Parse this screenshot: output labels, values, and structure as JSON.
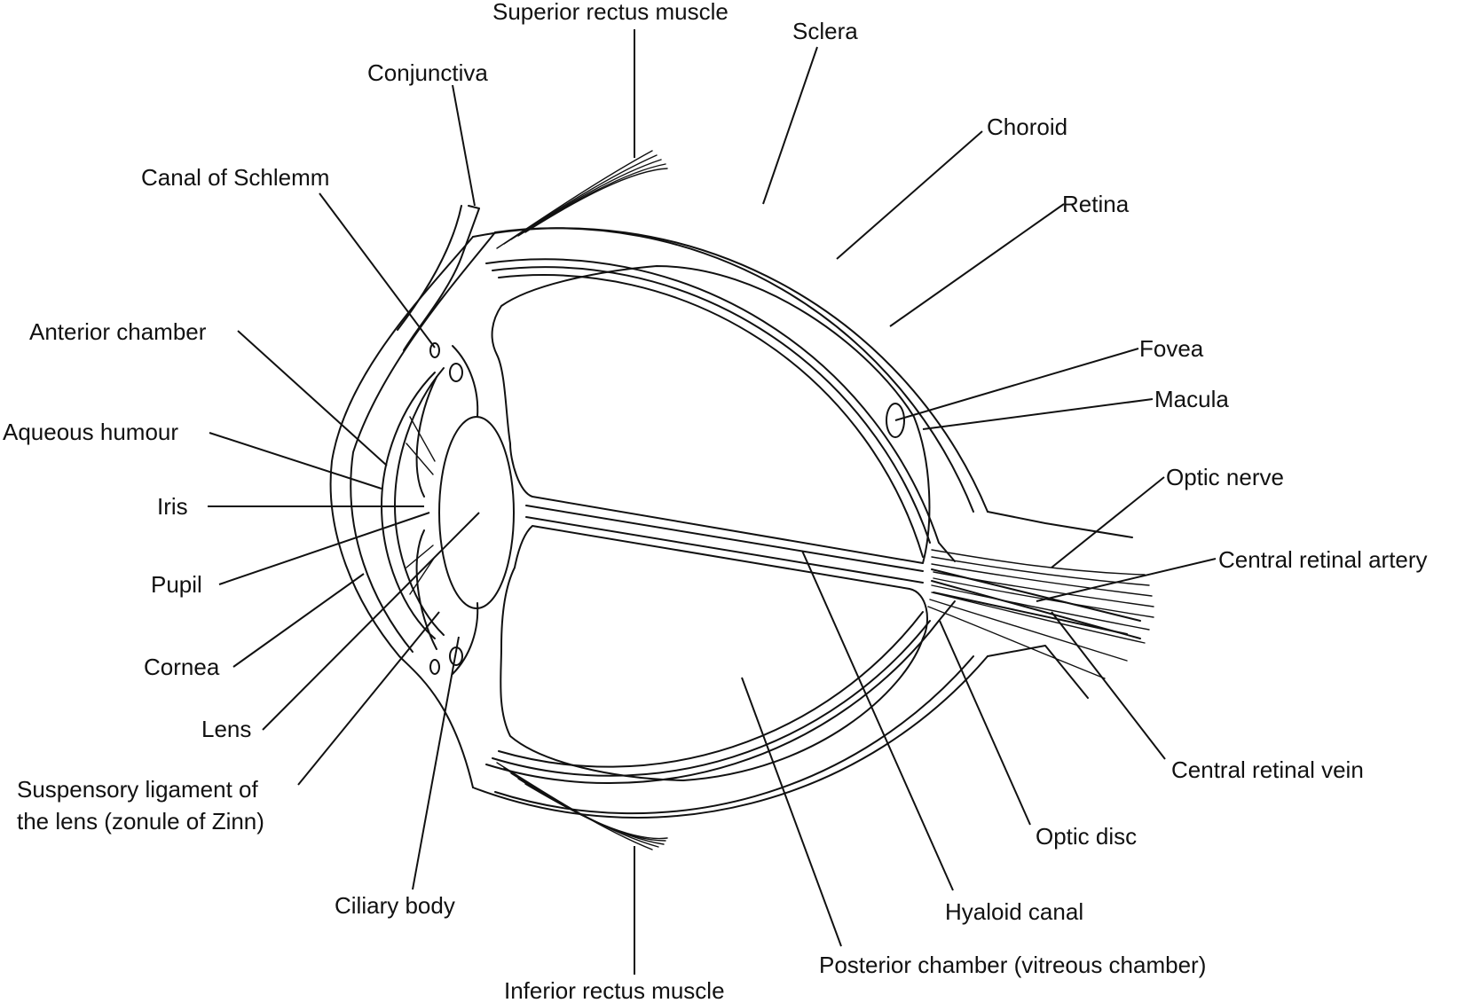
{
  "labels": {
    "superior_rectus": "Superior rectus muscle",
    "sclera": "Sclera",
    "conjunctiva": "Conjunctiva",
    "choroid": "Choroid",
    "canal_schlemm": "Canal of Schlemm",
    "retina": "Retina",
    "anterior_chamber": "Anterior chamber",
    "fovea": "Fovea",
    "macula": "Macula",
    "aqueous_humour": "Aqueous humour",
    "optic_nerve": "Optic nerve",
    "iris": "Iris",
    "central_retinal_artery": "Central retinal artery",
    "pupil": "Pupil",
    "cornea": "Cornea",
    "lens": "Lens",
    "suspensory_line1": "Suspensory ligament of",
    "suspensory_line2": "the lens (zonule of Zinn)",
    "central_retinal_vein": "Central retinal vein",
    "optic_disc": "Optic disc",
    "ciliary_body": "Ciliary body",
    "hyaloid_canal": "Hyaloid canal",
    "posterior_chamber": "Posterior chamber (vitreous chamber)",
    "inferior_rectus": "Inferior rectus muscle"
  }
}
